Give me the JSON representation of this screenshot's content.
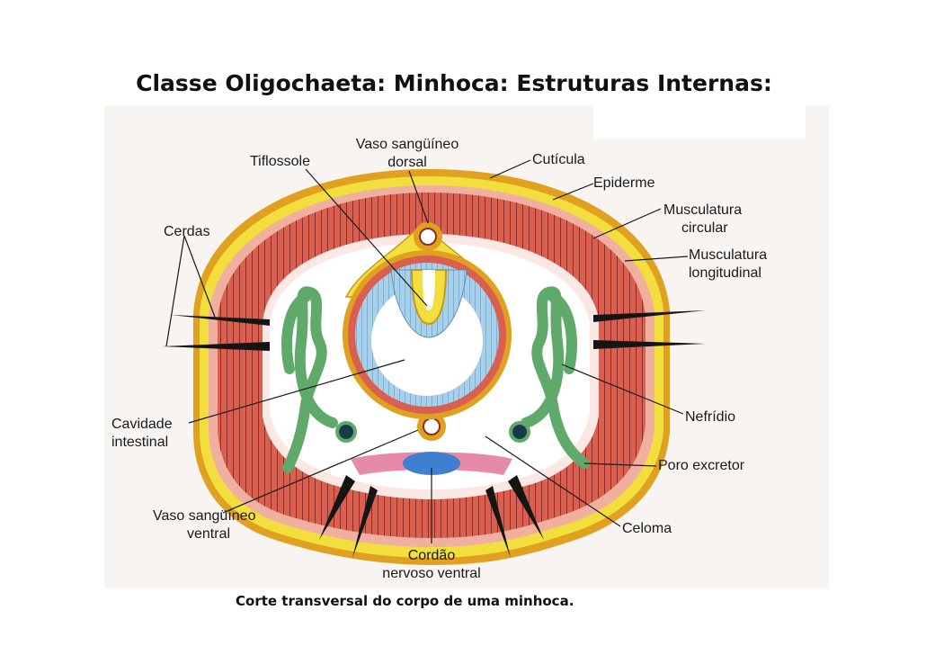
{
  "title": "Classe Oligochaeta: Minhoca: Estruturas Internas:",
  "caption": "Corte transversal do corpo de uma minhoca.",
  "labels": {
    "vaso_dorsal_1": "Vaso sangüíneo",
    "vaso_dorsal_2": "dorsal",
    "tiflossole": "Tiflossole",
    "cuticula": "Cutícula",
    "epiderme": "Epiderme",
    "musc_circular_1": "Musculatura",
    "musc_circular_2": "circular",
    "musc_long_1": "Musculatura",
    "musc_long_2": "longitudinal",
    "cerdas": "Cerdas",
    "cavidade_1": "Cavidade",
    "cavidade_2": "intestinal",
    "nefridio": "Nefrídio",
    "poro": "Poro excretor",
    "vaso_ventral_1": "Vaso sangüíneo",
    "vaso_ventral_2": "ventral",
    "celoma": "Celoma",
    "cordao_1": "Cordão",
    "cordao_2": "nervoso ventral"
  },
  "colors": {
    "background_panel": "#f7f4f2",
    "cuticle": "#e0a020",
    "epidermis_yellow": "#f2de3c",
    "longitudinal_muscle": "#d96050",
    "muscle_stripe": "#8b2f26",
    "intestine_wall": "#8fbfe0",
    "nephridium": "#5faa6a",
    "setae": "#151515"
  }
}
